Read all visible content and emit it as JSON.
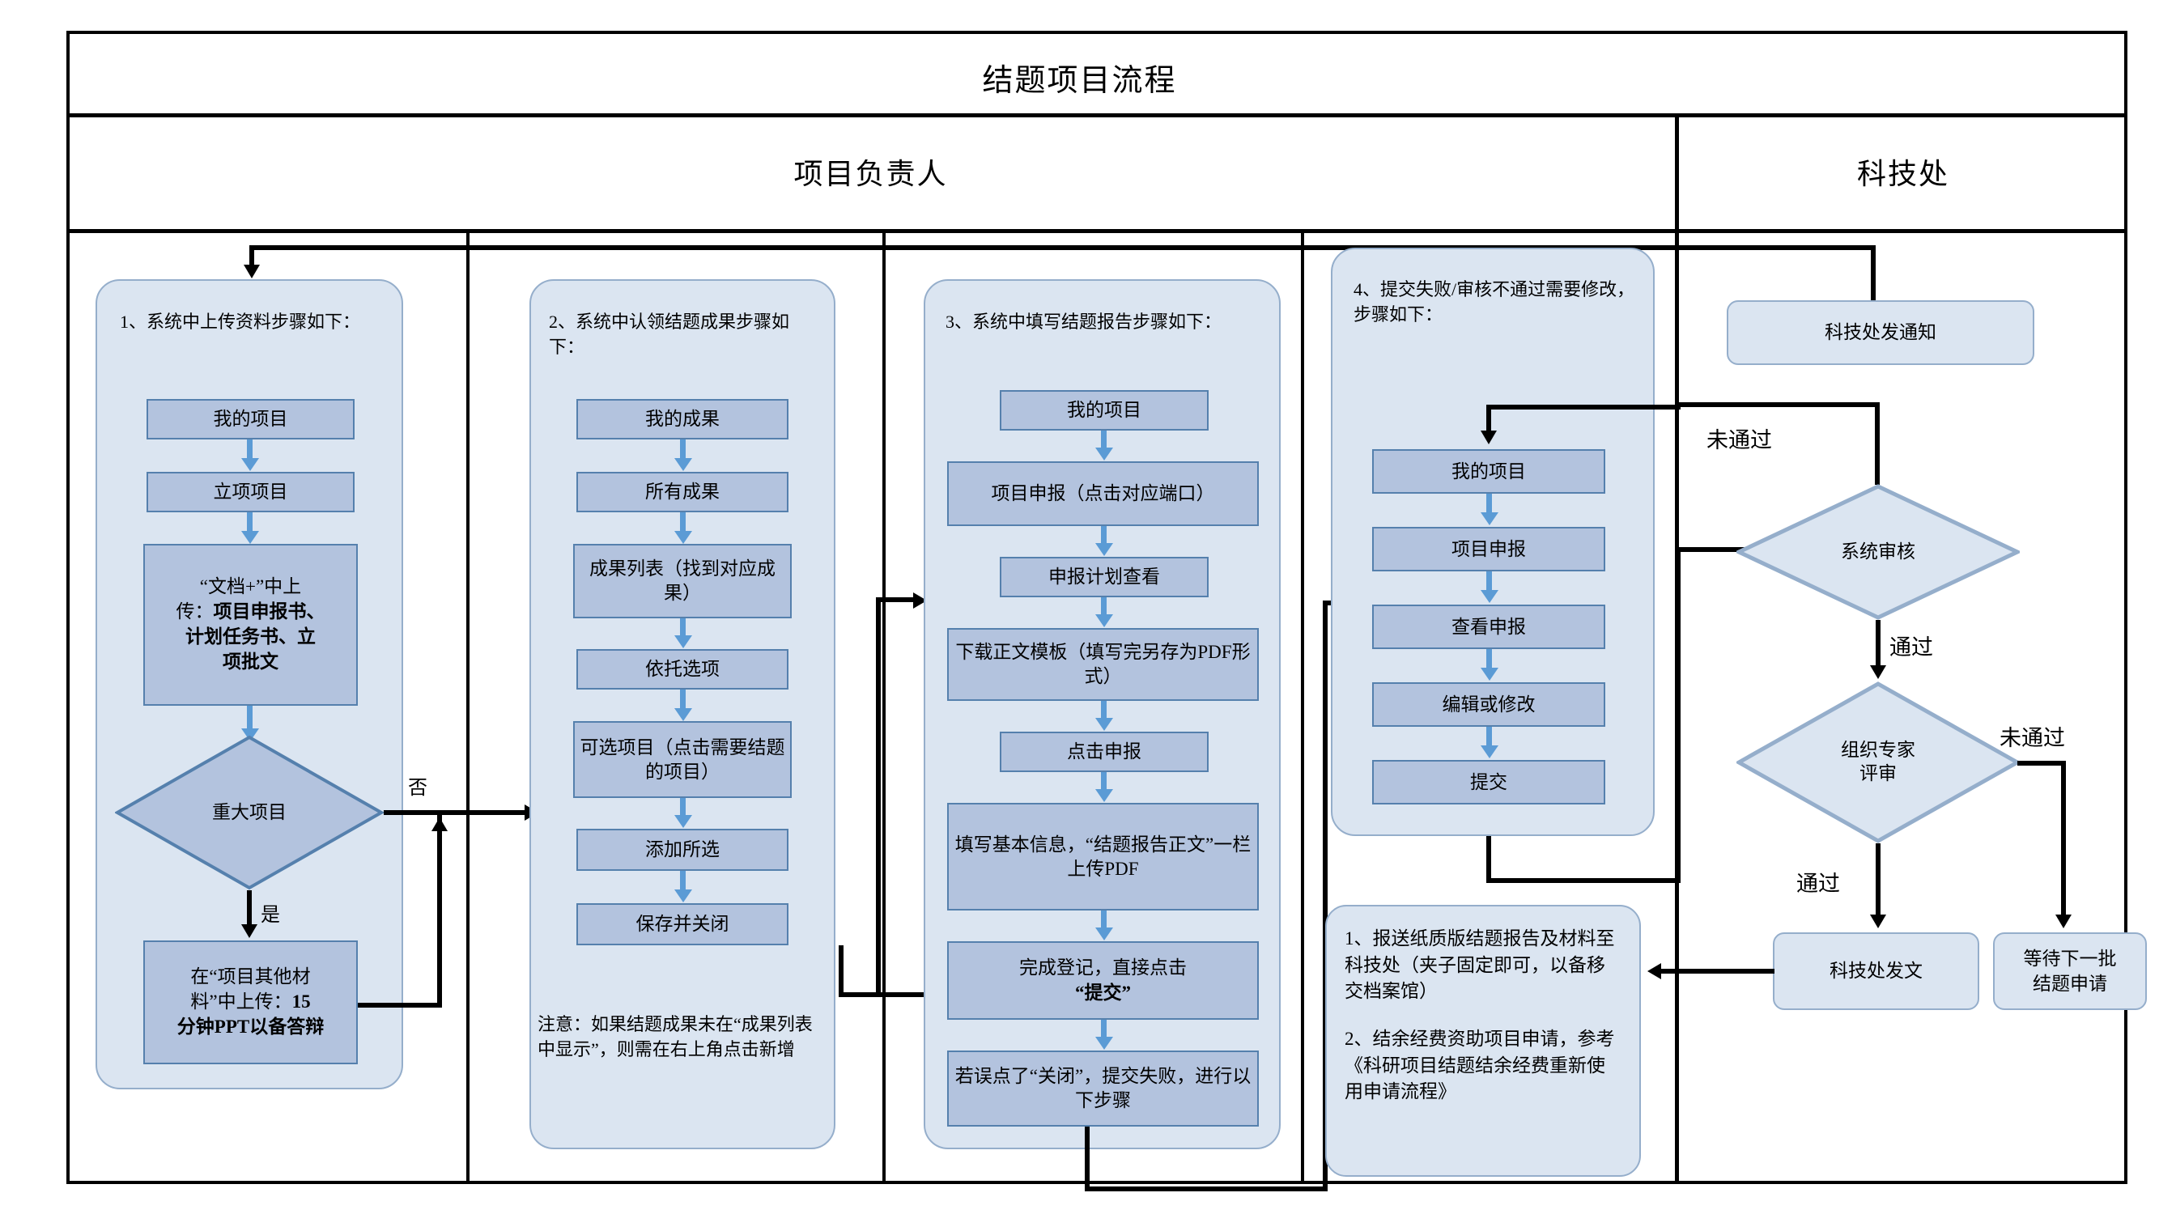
{
  "title": "结题项目流程",
  "lanes": [
    {
      "id": "owner",
      "label": "项目负责人"
    },
    {
      "id": "office",
      "label": "科技处"
    }
  ],
  "colors": {
    "group_fill": "#dbe5f1",
    "group_border": "#95aecb",
    "box_fill": "#b3c3de",
    "box_border": "#5580ad",
    "arrow_blue": "#5b9bd5",
    "arrow_black": "#000000"
  },
  "groups": [
    {
      "id": "g1",
      "heading": "1、系统中上传资料步骤如下：",
      "steps": [
        {
          "text": "我的项目"
        },
        {
          "text": "立项项目"
        },
        {
          "text": "“文档+”中上传：项目申报书、计划任务书、立项批文",
          "bold_part": "项目申报书、计划任务书、立项批文"
        },
        {
          "text": "重大项目",
          "shape": "diamond"
        },
        {
          "text": "在“项目其他材料”中上传：15分钟PPT以备答辩",
          "bold_part": "15分钟PPT以备答辩"
        }
      ]
    },
    {
      "id": "g2",
      "heading": "2、系统中认领结题成果步骤如下：",
      "steps": [
        {
          "text": "我的成果"
        },
        {
          "text": "所有成果"
        },
        {
          "text": "成果列表（找到对应成果）"
        },
        {
          "text": "依托选项"
        },
        {
          "text": "可选项目（点击需要结题的项目）"
        },
        {
          "text": "添加所选"
        },
        {
          "text": "保存并关闭"
        }
      ],
      "note": "注意：如果结题成果未在“成果列表中显示”，则需在右上角点击新增"
    },
    {
      "id": "g3",
      "heading": "3、系统中填写结题报告步骤如下：",
      "steps": [
        {
          "text": "我的项目"
        },
        {
          "text": "项目申报（点击对应端口）"
        },
        {
          "text": "申报计划查看"
        },
        {
          "text": "下载正文模板（填写完另存为PDF形式）"
        },
        {
          "text": "点击申报"
        },
        {
          "text": "填写基本信息，“结题报告正文”一栏上传PDF"
        },
        {
          "text": "完成登记，直接点击“提交”",
          "bold_part": "“提交”"
        },
        {
          "text": "若误点了“关闭”，提交失败，进行以下步骤"
        }
      ]
    },
    {
      "id": "g4",
      "heading": "4、提交失败/审核不通过需要修改，步骤如下：",
      "steps": [
        {
          "text": "我的项目"
        },
        {
          "text": "项目申报"
        },
        {
          "text": "查看申报"
        },
        {
          "text": "编辑或修改"
        },
        {
          "text": "提交"
        }
      ]
    }
  ],
  "final_note": {
    "line1": "1、报送纸质版结题报告及材料至科技处（夹子固定即可，以备移交档案馆）",
    "line2": "2、结余经费资助项目申请，参考《科研项目结题结余经费重新使用申请流程》"
  },
  "office_lane": {
    "notice_box": "科技处发通知",
    "system_review": "系统审核",
    "expert_review": "组织专家评审",
    "publish_box": "科技处发文",
    "wait_box": "等待下一批结题申请"
  },
  "edge_labels": {
    "no_major": "否",
    "yes_major": "是",
    "sys_fail": "未通过",
    "sys_pass": "通过",
    "expert_pass": "通过",
    "expert_fail": "未通过"
  },
  "text_fragments": {
    "g1s3_a": "“文档+”中上",
    "g1s3_b": "传：",
    "g1s3_c": "项目申报书、",
    "g1s3_d": "计划任务书、立",
    "g1s3_e": "项批文",
    "g1s5_a": "在“项目其他材",
    "g1s5_b": "料”中上传：",
    "g1s5_c": "15",
    "g1s5_d": "分钟PPT以备答辩",
    "g3s7_a": "完成登记，直接点击",
    "g3s7_b": "“提交”"
  }
}
